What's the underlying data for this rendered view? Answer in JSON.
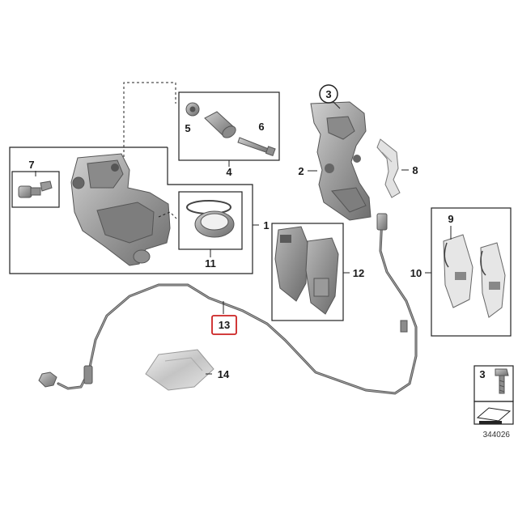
{
  "diagram_ref": "344026",
  "parts": {
    "p1": "1",
    "p2": "2",
    "p3": "3",
    "p4": "4",
    "p5": "5",
    "p6": "6",
    "p7": "7",
    "p8": "8",
    "p9": "9",
    "p10": "10",
    "p11": "11",
    "p12": "12",
    "p13": "13",
    "p14": "14"
  },
  "legend": {
    "part": "3"
  },
  "colors": {
    "highlight": "#cc2222",
    "part_fill": "#a9a9a9",
    "line": "#222222"
  },
  "icons": [
    "bolt-icon",
    "arrow-plate-icon"
  ]
}
